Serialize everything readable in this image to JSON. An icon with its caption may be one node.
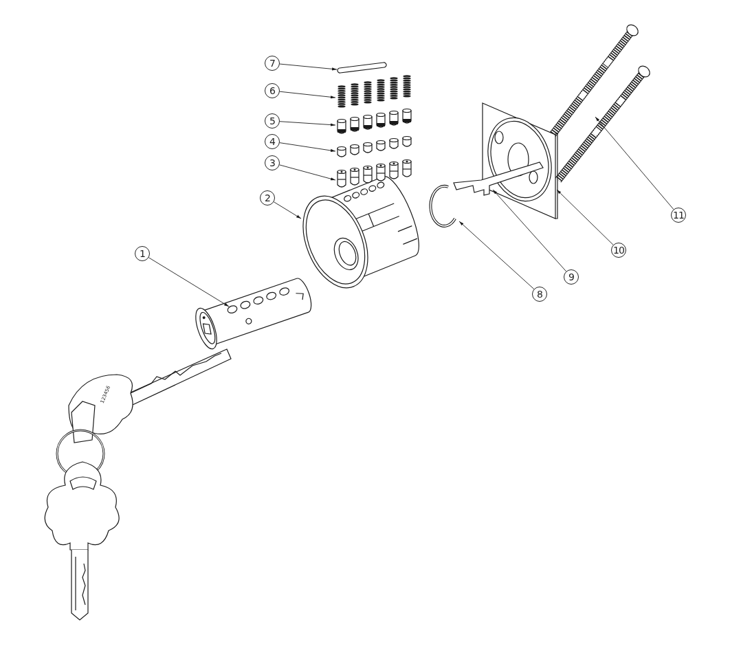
{
  "diagram": {
    "nodes": [
      {
        "text": [
          "1"
        ]
      },
      {
        "text": [
          "2"
        ]
      },
      {
        "text": [
          "3"
        ]
      },
      {
        "text": [
          "4"
        ]
      },
      {
        "text": [
          "5"
        ]
      },
      {
        "text": [
          "6"
        ]
      },
      {
        "text": [
          "7"
        ]
      },
      {
        "text": [
          "8"
        ]
      },
      {
        "text": [
          "9"
        ]
      },
      {
        "text": [
          "10"
        ]
      },
      {
        "text": [
          "11"
        ]
      },
      {
        "text": [],
        "shape": "picture"
      },
      {
        "text": [],
        "shape": "picture"
      },
      {
        "text": [],
        "shape": "picture"
      },
      {
        "text": [],
        "shape": "picture"
      },
      {
        "text": [],
        "shape": "picture"
      },
      {
        "text": [],
        "shape": "picture"
      },
      {
        "text": [],
        "shape": "picture"
      },
      {
        "text": [],
        "shape": "picture"
      },
      {
        "text": [],
        "shape": "picture"
      },
      {
        "text": [],
        "shape": "picture"
      },
      {
        "text": [],
        "shape": "picture"
      }
    ],
    "edges": [
      {
        "from": 0,
        "to": 11,
        "arrow": "to"
      },
      {
        "from": 1,
        "to": 12,
        "arrow": "to"
      },
      {
        "from": 2,
        "to": 13,
        "arrow": "to"
      },
      {
        "from": 3,
        "to": 14,
        "arrow": "to"
      },
      {
        "from": 4,
        "to": 15,
        "arrow": "to"
      },
      {
        "from": 5,
        "to": 16,
        "arrow": "to"
      },
      {
        "from": 6,
        "to": 17,
        "arrow": "to"
      },
      {
        "from": 7,
        "to": 18,
        "arrow": "to"
      },
      {
        "from": 8,
        "to": 19,
        "arrow": "to"
      },
      {
        "from": 9,
        "to": 20,
        "arrow": "to"
      },
      {
        "from": 10,
        "to": 21,
        "arrow": "to"
      }
    ],
    "labels": [
      "123456"
    ]
  }
}
